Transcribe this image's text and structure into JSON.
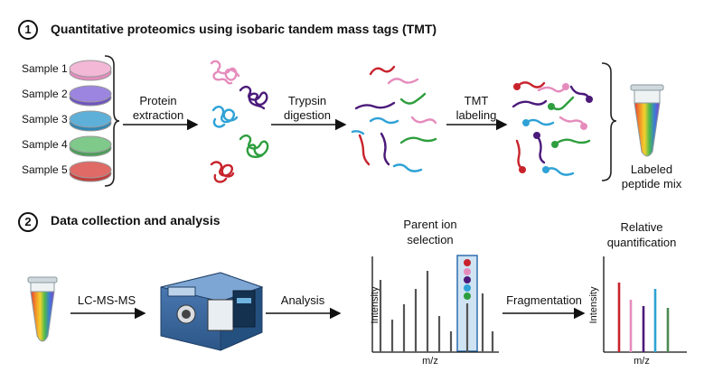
{
  "section1": {
    "number": "1",
    "title": "Quantitative proteomics using isobaric tandem mass tags (TMT)",
    "samples": [
      {
        "label": "Sample 1",
        "color": "#e58cbd"
      },
      {
        "label": "Sample 2",
        "color": "#8b6fd6"
      },
      {
        "label": "Sample 3",
        "color": "#3d9cc9"
      },
      {
        "label": "Sample 4",
        "color": "#5fb36b"
      },
      {
        "label": "Sample 5",
        "color": "#d9534f"
      }
    ],
    "step_protein": [
      "Protein",
      "extraction"
    ],
    "step_trypsin": [
      "Trypsin",
      "digestion"
    ],
    "step_tmt": [
      "TMT",
      "labeling"
    ],
    "result": [
      "Labeled",
      "peptide mix"
    ]
  },
  "section2": {
    "number": "2",
    "title": "Data collection and analysis",
    "step_lcms": "LC-MS-MS",
    "step_analysis": "Analysis",
    "step_fragmentation": "Fragmentation",
    "chart1": {
      "title": [
        "Parent ion",
        "selection"
      ],
      "xlabel": "m/z",
      "ylabel": "Intensity"
    },
    "chart2": {
      "title": [
        "Relative",
        "quantification"
      ],
      "xlabel": "m/z",
      "ylabel": "Intensity"
    }
  },
  "colors": {
    "pink": "#e58cbd",
    "purple": "#4b1a7a",
    "blue": "#2fa2d6",
    "green": "#2e9e3e",
    "red": "#c8232c",
    "gray": "#777777",
    "highlight": "#cfe3f3"
  }
}
